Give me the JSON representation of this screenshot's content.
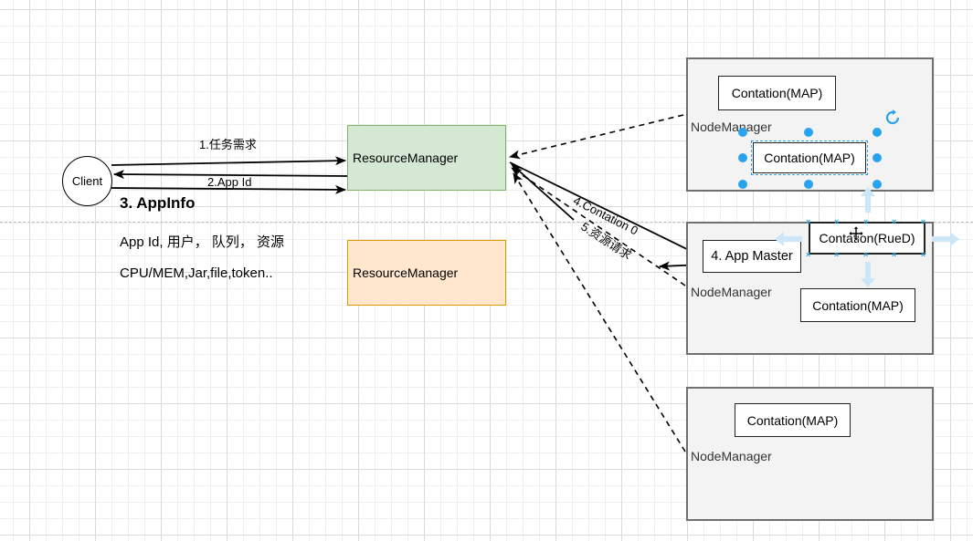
{
  "diagram": {
    "client": {
      "label": "Client"
    },
    "resource_managers": [
      {
        "label": "ResourceManager",
        "fill": "#d5e8d4",
        "stroke": "#82b366"
      },
      {
        "label": "ResourceManager",
        "fill": "#ffe6cc",
        "stroke": "#d79b00"
      }
    ],
    "edges": {
      "e1": "1.任务需求",
      "e2": "2.App Id",
      "e3": "3. AppInfo",
      "e4": "4.Contation 0",
      "e5": "5.资源请求"
    },
    "appinfo_lines": [
      "App Id, 用户， 队列， 资源",
      "CPU/MEM,Jar,file,token.."
    ],
    "node_managers": [
      {
        "label": "NodeManager",
        "containers": [
          "Contation(MAP)",
          "Contation(MAP)"
        ],
        "selected_container": "Contation(MAP)"
      },
      {
        "label": "NodeManager",
        "app_master": "4. App Master",
        "containers": [
          "Contation(RueD)",
          "Contation(MAP)"
        ]
      },
      {
        "label": "NodeManager",
        "containers": [
          "Contation(MAP)"
        ]
      }
    ],
    "selection_color": "#29a3f0",
    "icons": {
      "rotate": "rotate-icon",
      "move": "move-cursor-icon",
      "hover_arrows": "connect-arrow-icon"
    }
  }
}
